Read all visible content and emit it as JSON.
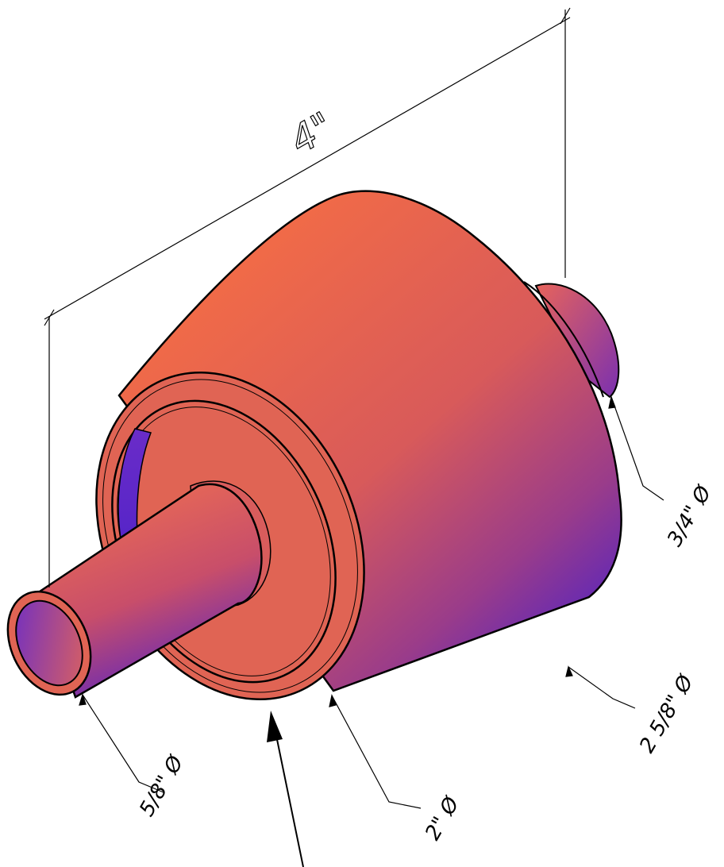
{
  "drawing": {
    "overall_length": "4\"",
    "callouts": {
      "front_tube": "5/8\" Ø",
      "flange": "2\" Ø",
      "cone_large": "2 5/8\" Ø",
      "rear_boss": "3/4\" Ø"
    }
  },
  "colors": {
    "body_light": "#f06a48",
    "body_dark": "#4a20c8",
    "face": "#e06454",
    "outline": "#000000"
  }
}
